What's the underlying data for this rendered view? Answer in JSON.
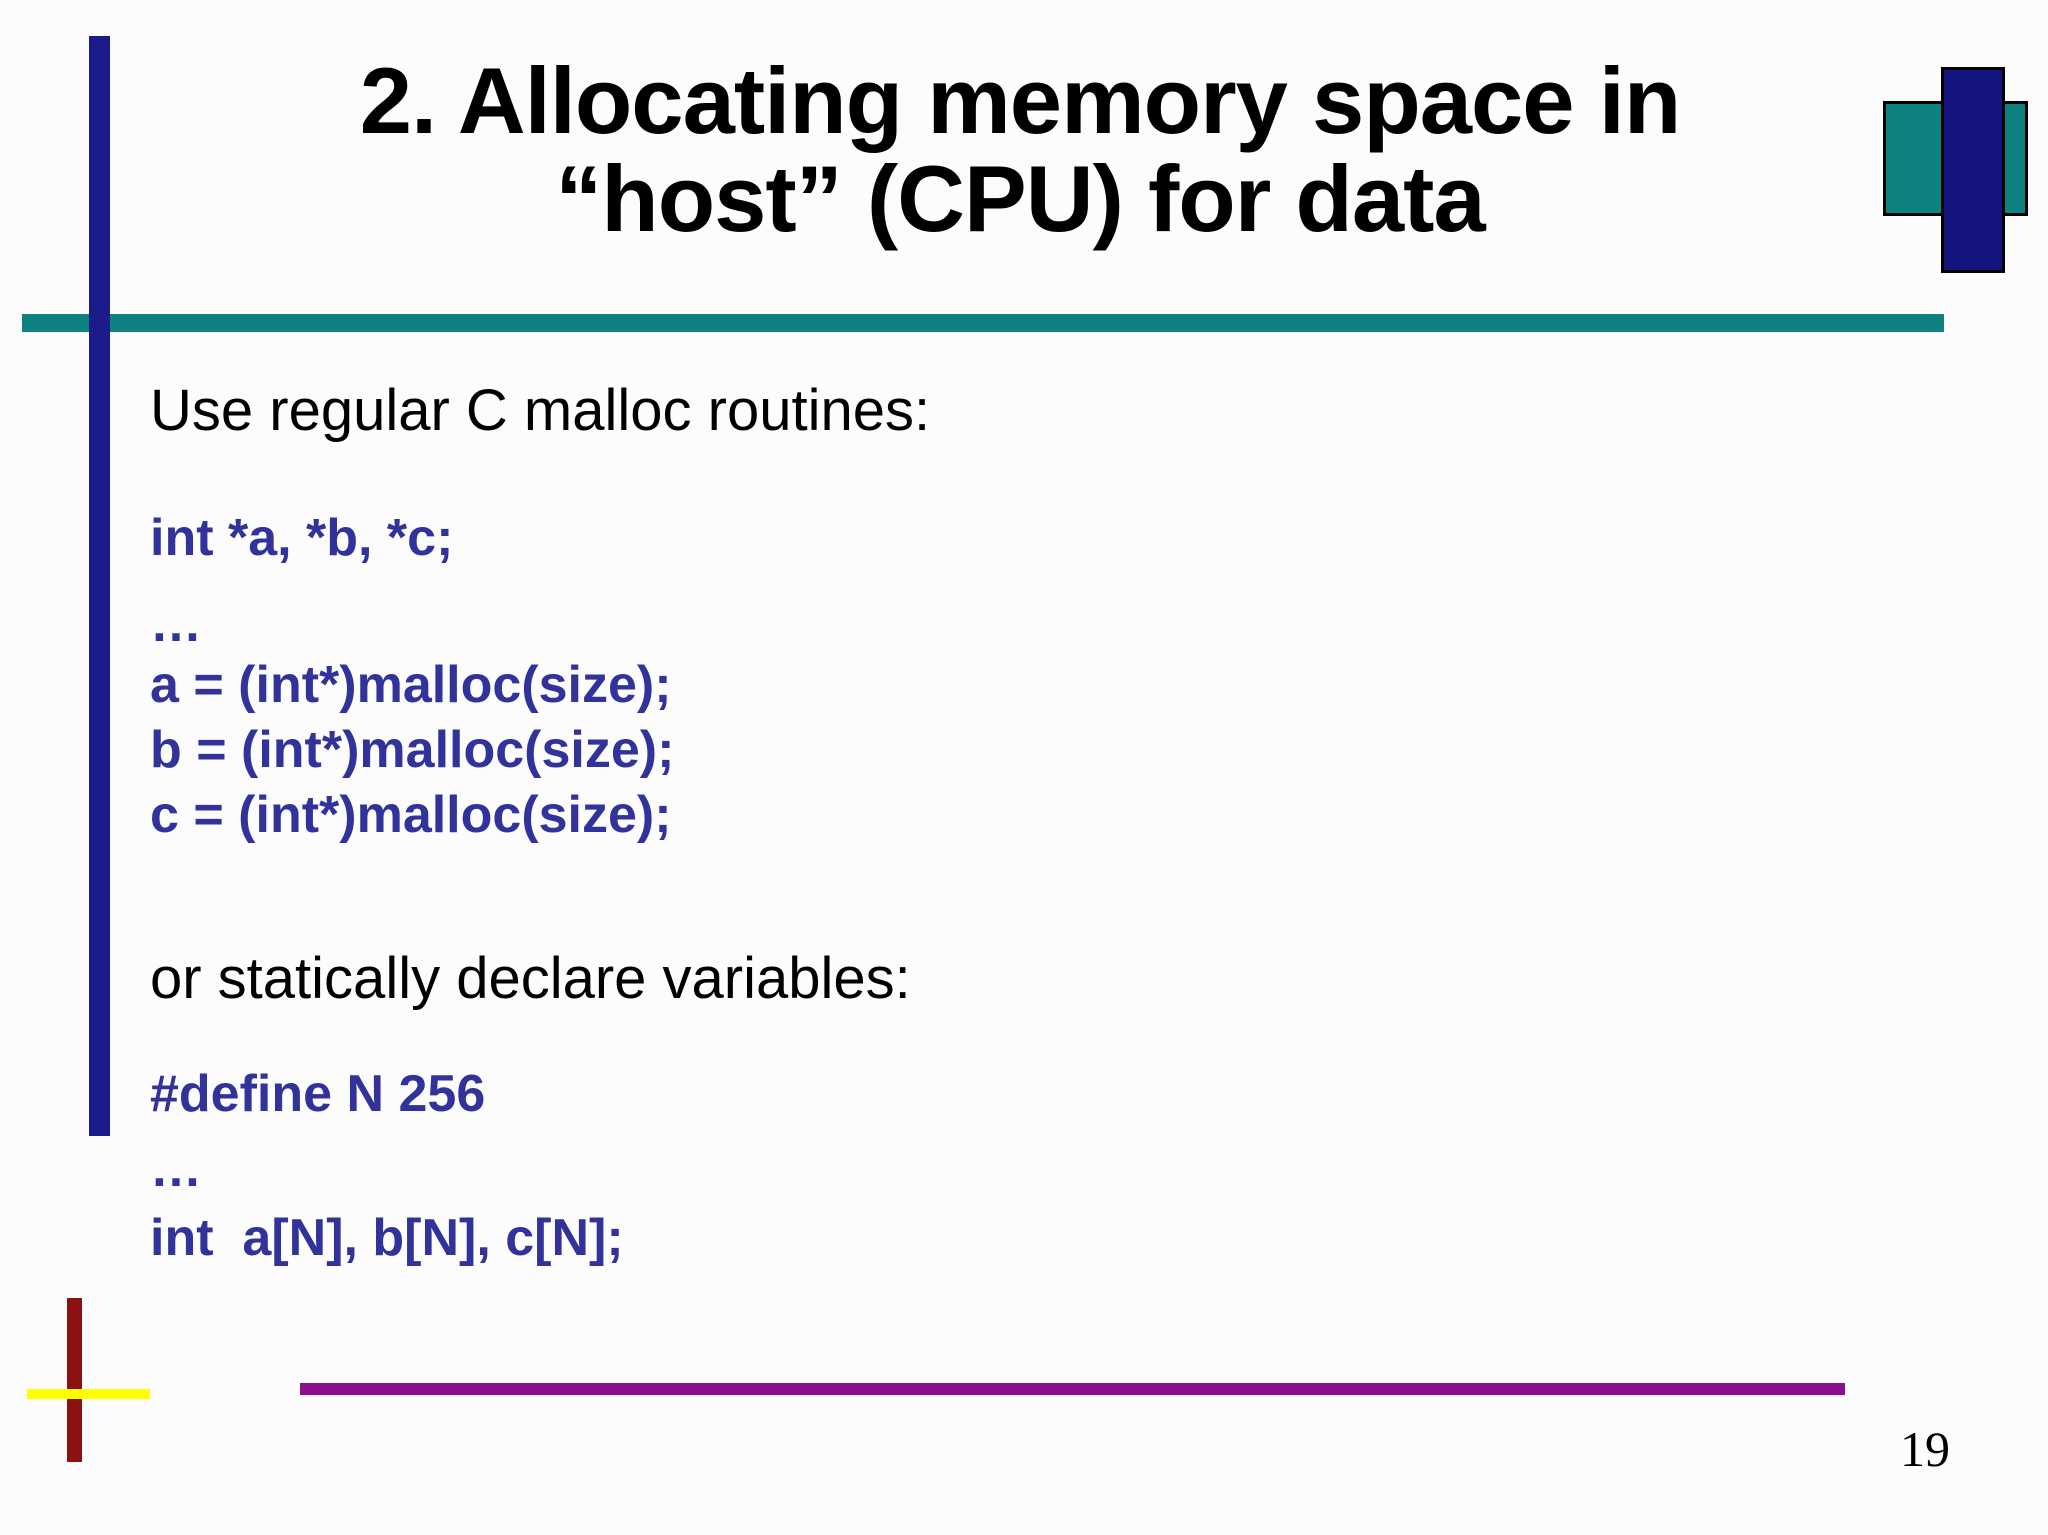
{
  "colors": {
    "background": "#fcfcfd",
    "navy_bar": "#1b1b8c",
    "navy_rect": "#14147f",
    "teal": "#0e8281",
    "maroon": "#8c1212",
    "yellow": "#ffff00",
    "purple": "#8e0d8e",
    "code_blue": "#32329b",
    "text_black": "#000000"
  },
  "title": {
    "text": "2. Allocating memory space in\n“host” (CPU) for data"
  },
  "body": {
    "intro": "Use regular C malloc routines:",
    "malloc_block": {
      "decl": "int *a, *b, *c;",
      "ellipsis": "…",
      "line_a": "a = (int*)malloc(size);",
      "line_b": "b = (int*)malloc(size);",
      "line_c": "c = (int*)malloc(size);"
    },
    "static_intro": "or statically declare variables:",
    "static_block": {
      "define": "#define N 256",
      "ellipsis": "…",
      "decl": "int  a[N], b[N], c[N];"
    }
  },
  "footer": {
    "page_number": "19"
  }
}
